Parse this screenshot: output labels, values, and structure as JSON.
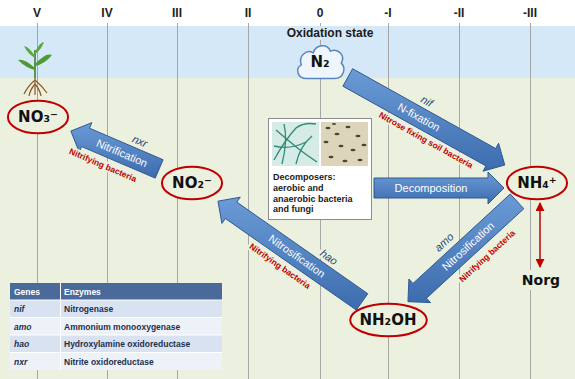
{
  "diagram": {
    "nodes": [
      {
        "text": [
          "N₂"
        ]
      },
      {
        "text": [
          "NO₃⁻"
        ]
      },
      {
        "text": [
          "NO₂⁻"
        ]
      },
      {
        "text": [
          "Decomposers: aerobic and anaerobic bacteria and fungi"
        ]
      },
      {
        "text": [
          "NH₄⁺"
        ]
      },
      {
        "text": [
          "Norg"
        ]
      },
      {
        "text": [
          "NH₂OH"
        ]
      }
    ],
    "edges": [
      {
        "from": 0,
        "to": 4,
        "label": "N-fixation",
        "arrow": "to"
      },
      {
        "from": 3,
        "to": 4,
        "label": "Decomposition",
        "arrow": "to"
      },
      {
        "from": 4,
        "to": 6,
        "label": "Nitrosification",
        "arrow": "to"
      },
      {
        "from": 6,
        "to": 2,
        "label": "Nitrosification",
        "arrow": "to"
      },
      {
        "from": 2,
        "to": 1,
        "label": "Nitrification",
        "arrow": "to"
      },
      {
        "from": 4,
        "to": 5,
        "arrow": "both"
      }
    ],
    "labels": [
      "V",
      "IV",
      "III",
      "II",
      "0",
      "-I",
      "-II",
      "-III",
      "Oxidation state",
      "nif",
      "Nitrose fixing soil bacteria",
      "nxr",
      "Nitrifying bacteria",
      "amo",
      "Nitrifying bacteria",
      "hao",
      "Nitrifying bacteria",
      "Genes",
      "Enzymes",
      "nif",
      "Nitrogenase",
      "amo",
      "Ammonium monooxygenase",
      "hao",
      "Hydroxylamine oxidoreductase",
      "nxr",
      "Nitrite oxidoreductase"
    ]
  }
}
